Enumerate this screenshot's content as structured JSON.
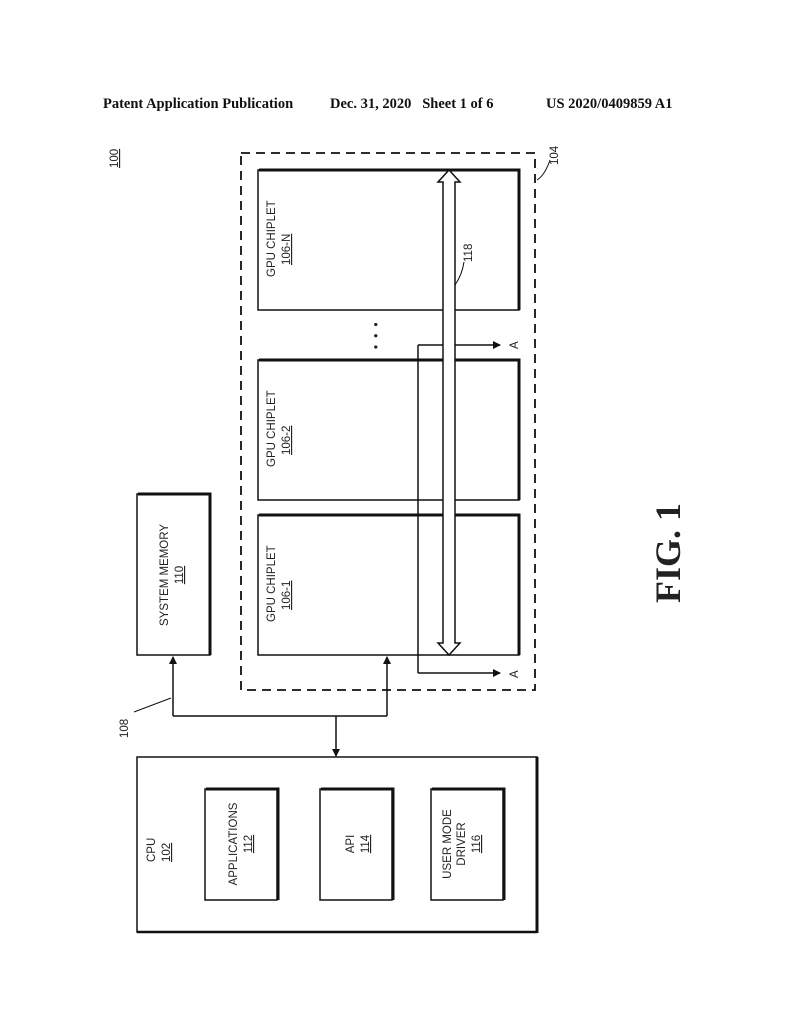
{
  "header": {
    "publication": "Patent Application Publication",
    "date_sheet": "Dec. 31, 2020   Sheet 1 of 6",
    "number": "US 2020/0409859 A1"
  },
  "figure": {
    "ref": "100",
    "caption": "FIG. 1",
    "cpu": {
      "label": "CPU",
      "ref": "102"
    },
    "applications": {
      "label": "APPLICATIONS",
      "ref": "112"
    },
    "api": {
      "label": "API",
      "ref": "114"
    },
    "driver": {
      "label1": "USER MODE",
      "label2": "DRIVER",
      "ref": "116"
    },
    "system_memory": {
      "label": "SYSTEM MEMORY",
      "ref": "110"
    },
    "gpu_group_ref": "104",
    "bus_ref": "108",
    "crossbar_ref": "118",
    "chiplets": [
      {
        "label": "GPU CHIPLET",
        "ref": "106-1"
      },
      {
        "label": "GPU CHIPLET",
        "ref": "106-2"
      },
      {
        "label": "GPU CHIPLET",
        "ref": "106-N"
      }
    ],
    "ellipsis": "• • •",
    "connector_a": "A"
  }
}
